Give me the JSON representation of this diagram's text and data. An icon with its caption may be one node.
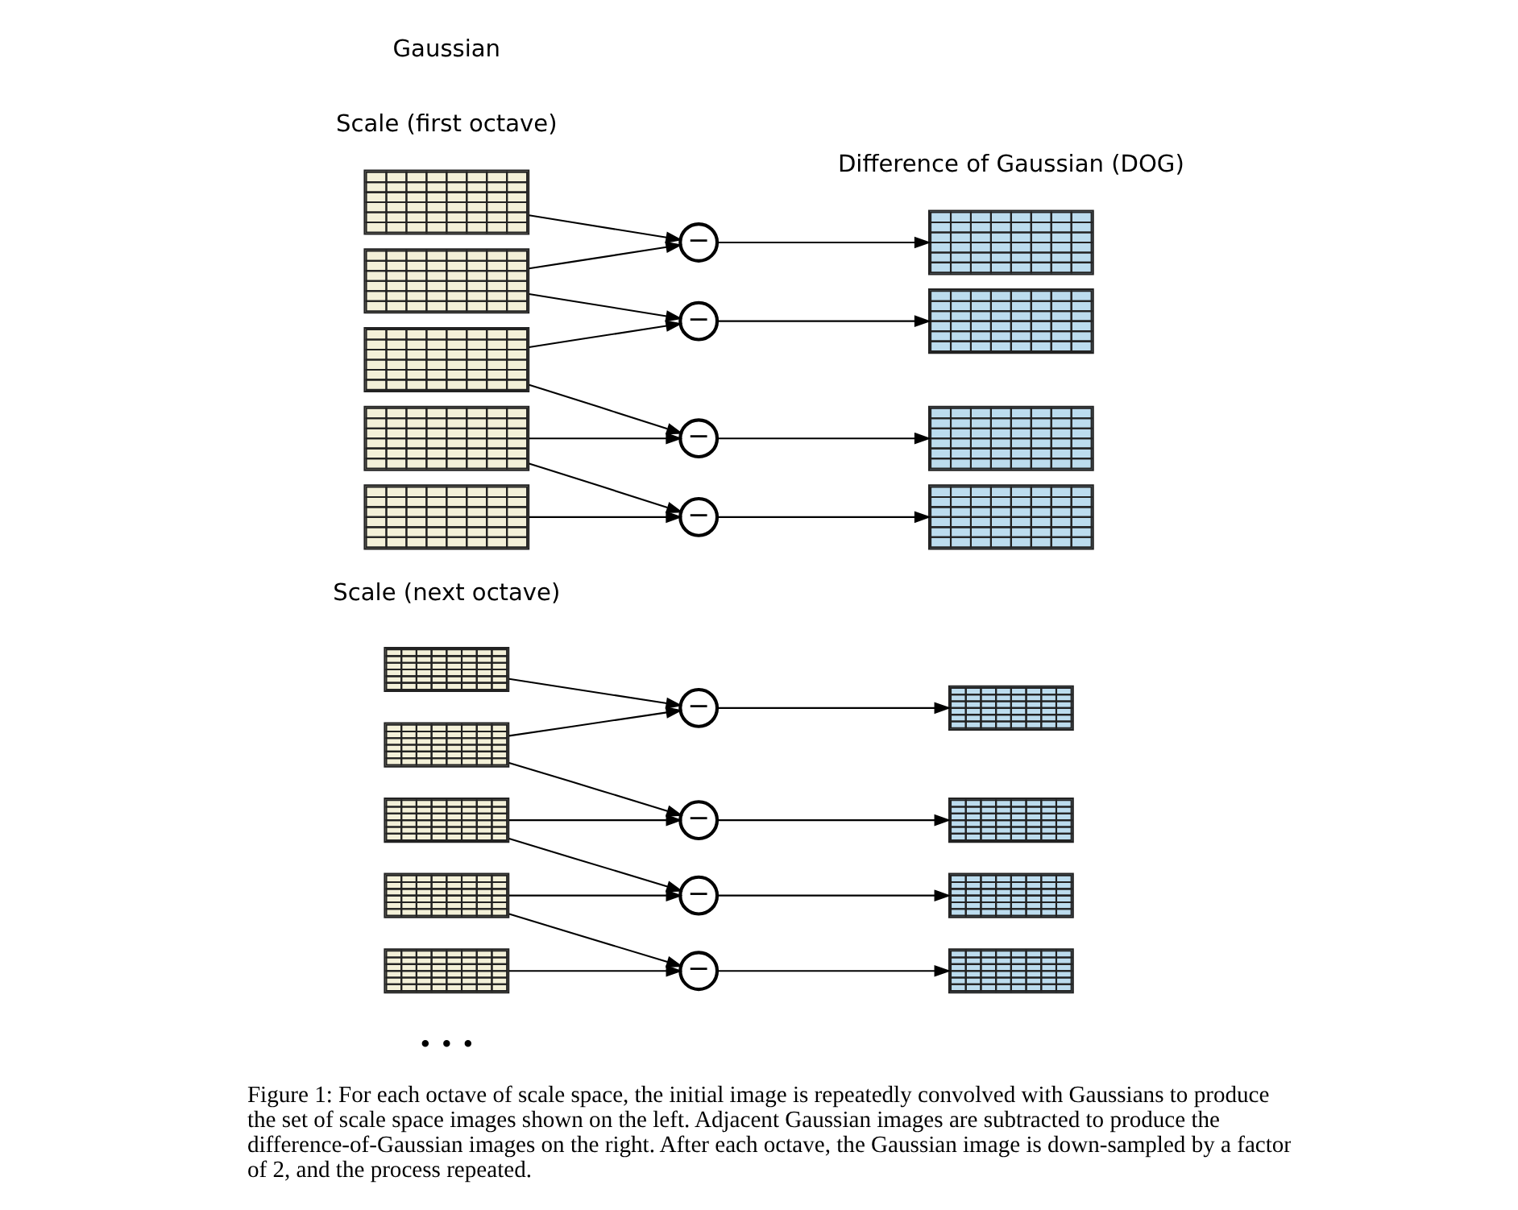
{
  "diagram": {
    "caption": "Figure 1: For each octave of scale space, the initial image is repeatedly convolved with Gaussians to produce the set of scale space images shown on the left. Adjacent Gaussian images are subtracted to produce the difference-of-Gaussian images on the right. After each octave, the Gaussian image is down-sampled by a factor of 2, and the process repeated.",
    "nodes": [
      {
        "text": [],
        "shape": "picture"
      },
      {
        "text": [],
        "shape": "picture"
      },
      {
        "text": [],
        "shape": "picture"
      },
      {
        "text": [],
        "shape": "picture"
      },
      {
        "text": [],
        "shape": "picture"
      },
      {
        "text": [
          "−"
        ]
      },
      {
        "text": [
          "−"
        ]
      },
      {
        "text": [
          "−"
        ]
      },
      {
        "text": [
          "−"
        ]
      },
      {
        "text": [],
        "shape": "picture"
      },
      {
        "text": [],
        "shape": "picture"
      },
      {
        "text": [],
        "shape": "picture"
      },
      {
        "text": [],
        "shape": "picture"
      },
      {
        "text": [],
        "shape": "picture"
      },
      {
        "text": [],
        "shape": "picture"
      },
      {
        "text": [],
        "shape": "picture"
      },
      {
        "text": [],
        "shape": "picture"
      },
      {
        "text": [],
        "shape": "picture"
      },
      {
        "text": [
          "−"
        ]
      },
      {
        "text": [
          "−"
        ]
      },
      {
        "text": [
          "−"
        ]
      },
      {
        "text": [
          "−"
        ]
      },
      {
        "text": [],
        "shape": "picture"
      },
      {
        "text": [],
        "shape": "picture"
      },
      {
        "text": [],
        "shape": "picture"
      },
      {
        "text": [],
        "shape": "picture"
      }
    ],
    "edges": [
      {
        "from": 0,
        "to": 5,
        "arrow": "to"
      },
      {
        "from": 1,
        "to": 5,
        "arrow": "to"
      },
      {
        "from": 1,
        "to": 6,
        "arrow": "to"
      },
      {
        "from": 2,
        "to": 6,
        "arrow": "to"
      },
      {
        "from": 2,
        "to": 7,
        "arrow": "to"
      },
      {
        "from": 3,
        "to": 7,
        "arrow": "to"
      },
      {
        "from": 3,
        "to": 8,
        "arrow": "to"
      },
      {
        "from": 4,
        "to": 8,
        "arrow": "to"
      },
      {
        "from": 5,
        "to": 9,
        "arrow": "to"
      },
      {
        "from": 6,
        "to": 10,
        "arrow": "to"
      },
      {
        "from": 7,
        "to": 11,
        "arrow": "to"
      },
      {
        "from": 8,
        "to": 12,
        "arrow": "to"
      },
      {
        "from": 13,
        "to": 18,
        "arrow": "to"
      },
      {
        "from": 14,
        "to": 18,
        "arrow": "to"
      },
      {
        "from": 14,
        "to": 19,
        "arrow": "to"
      },
      {
        "from": 15,
        "to": 19,
        "arrow": "to"
      },
      {
        "from": 15,
        "to": 20,
        "arrow": "to"
      },
      {
        "from": 16,
        "to": 20,
        "arrow": "to"
      },
      {
        "from": 16,
        "to": 21,
        "arrow": "to"
      },
      {
        "from": 17,
        "to": 21,
        "arrow": "to"
      },
      {
        "from": 18,
        "to": 22,
        "arrow": "to"
      },
      {
        "from": 19,
        "to": 23,
        "arrow": "to"
      },
      {
        "from": 20,
        "to": 24,
        "arrow": "to"
      },
      {
        "from": 21,
        "to": 25,
        "arrow": "to"
      }
    ],
    "labels": [
      "• • •",
      "Scale (next octave)",
      "Scale (first octave)",
      "Gaussian",
      "Difference of Gaussian (DOG)"
    ]
  }
}
